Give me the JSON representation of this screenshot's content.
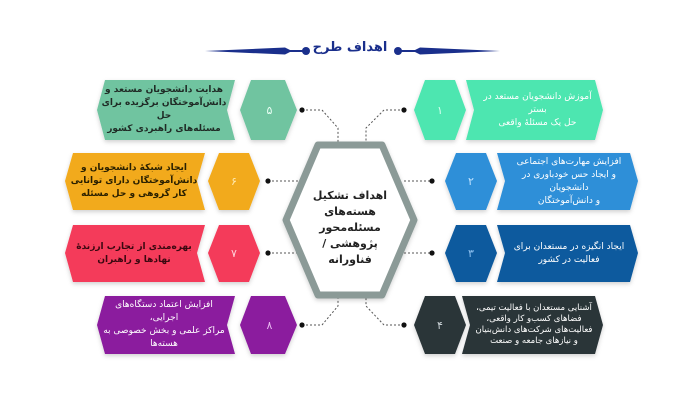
{
  "title": "اهداف طرح",
  "center": {
    "lines": [
      "اهداف تشکیل",
      "هسته‌های مسئله‌محور",
      "پژوهشی / فناورانه"
    ]
  },
  "colors": {
    "title_navy": "#1a2f8c",
    "center_border": "#8b9a97",
    "connector": "#555555"
  },
  "goals": [
    {
      "number": "۱",
      "color": "#4de6b0",
      "text_color": "#ffffff",
      "side": "right",
      "lines": [
        "آموزش دانشجویان مستعد در بستر",
        "حل یک مسئلهٔ واقعی"
      ]
    },
    {
      "number": "۲",
      "color": "#2e8fd8",
      "text_color": "#ffffff",
      "side": "right",
      "lines": [
        "افزایش مهارت‌های اجتماعی",
        "و ایجاد حس خودباوری در دانشجویان",
        "و دانش‌آموختگان"
      ]
    },
    {
      "number": "۳",
      "color": "#0f5a9e",
      "text_color": "#ffffff",
      "side": "right",
      "lines": [
        "ایجاد انگیزه در مستعدان برای",
        "فعالیت در کشور"
      ]
    },
    {
      "number": "۴",
      "color": "#2a3439",
      "text_color": "#ffffff",
      "side": "right",
      "lines": [
        "آشنایی مستعدان با فعالیت تیمی،",
        "فضاهای کسب‌و کار واقعی،",
        "فعالیت‌های شرکت‌های دانش‌بنیان",
        "و نیازهای جامعه و صنعت"
      ]
    },
    {
      "number": "۵",
      "color": "#6fc4a0",
      "text_color": "#1f2a25",
      "side": "left",
      "lines": [
        "هدایت دانشجویان مستعد و",
        "دانش‌آموختگان برگزیده برای حل",
        "مسئله‌های راهبردی کشور"
      ]
    },
    {
      "number": "۶",
      "color": "#f2aa1a",
      "text_color": "#2a2000",
      "side": "left",
      "lines": [
        "ایجاد شبکهٔ دانشجویان و",
        "دانش‌آموختگان دارای توانایی",
        "کار گروهی و حل مسئله"
      ]
    },
    {
      "number": "۷",
      "color": "#f43a5a",
      "text_color": "#3a0810",
      "side": "left",
      "lines": [
        "بهره‌مندی از تجارب ارزندهٔ",
        "نهادها و راهبران"
      ]
    },
    {
      "number": "۸",
      "color": "#8b1a9e",
      "text_color": "#ffffff",
      "side": "left",
      "lines": [
        "افزایش اعتماد دستگاه‌های اجرایی،",
        "مراکز علمی و بخش خصوصی به",
        "هسته‌ها"
      ]
    }
  ]
}
